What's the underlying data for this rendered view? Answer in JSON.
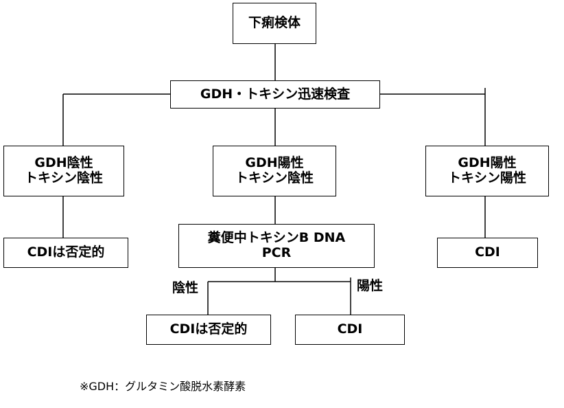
{
  "nodes": {
    "stool_sample": "下痢検体",
    "rapid_test": "GDH・トキシン迅速検査",
    "gdh_neg_toxin_neg": "GDH陰性\nトキシン陰性",
    "gdh_pos_toxin_neg": "GDH陽性\nトキシン陰性",
    "gdh_pos_toxin_pos": "GDH陽性\nトキシン陽性",
    "cdi_negative_left": "CDIは否定的",
    "pcr_test": "糞便中トキシンB  DNA\nPCR",
    "cdi_right": "CDI",
    "cdi_negative_bottom": "CDIは否定的",
    "cdi_bottom": "CDI"
  },
  "branch_labels": {
    "negative": "陰性",
    "positive": "陽性"
  },
  "footnote": "※GDH：グルタミン酸脱水素酵素"
}
